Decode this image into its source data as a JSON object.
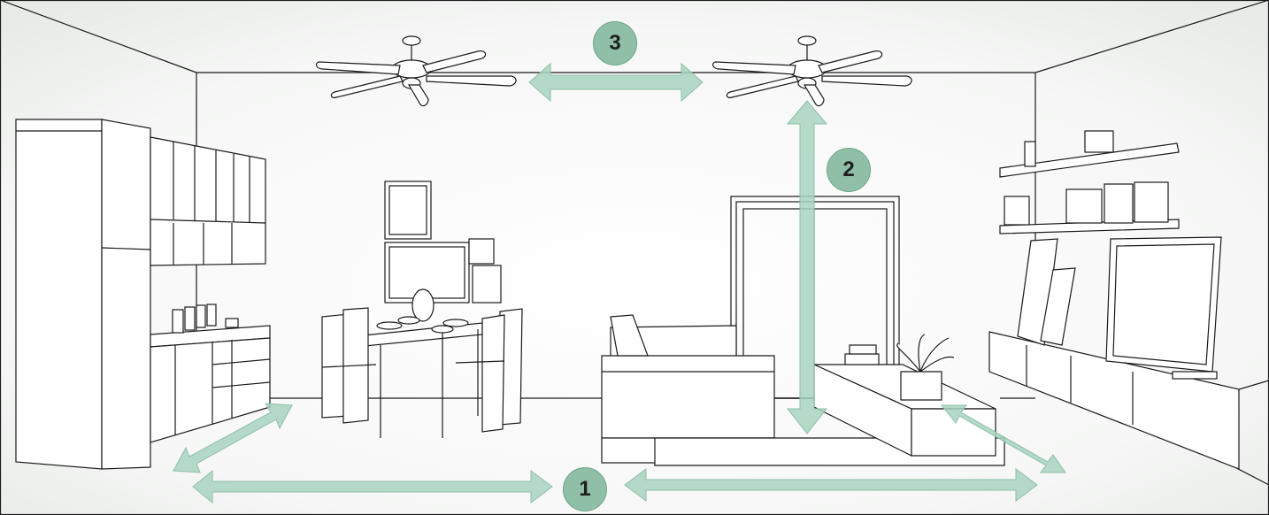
{
  "badges": {
    "one": "1",
    "two": "2",
    "three": "3"
  },
  "colors": {
    "arrow": "#a9d3bf",
    "badge": "#8fbfa7",
    "line": "#1a1a1a",
    "background": "#ffffff"
  },
  "icons": [
    "ceiling-fan-icon",
    "double-arrow-icon"
  ]
}
